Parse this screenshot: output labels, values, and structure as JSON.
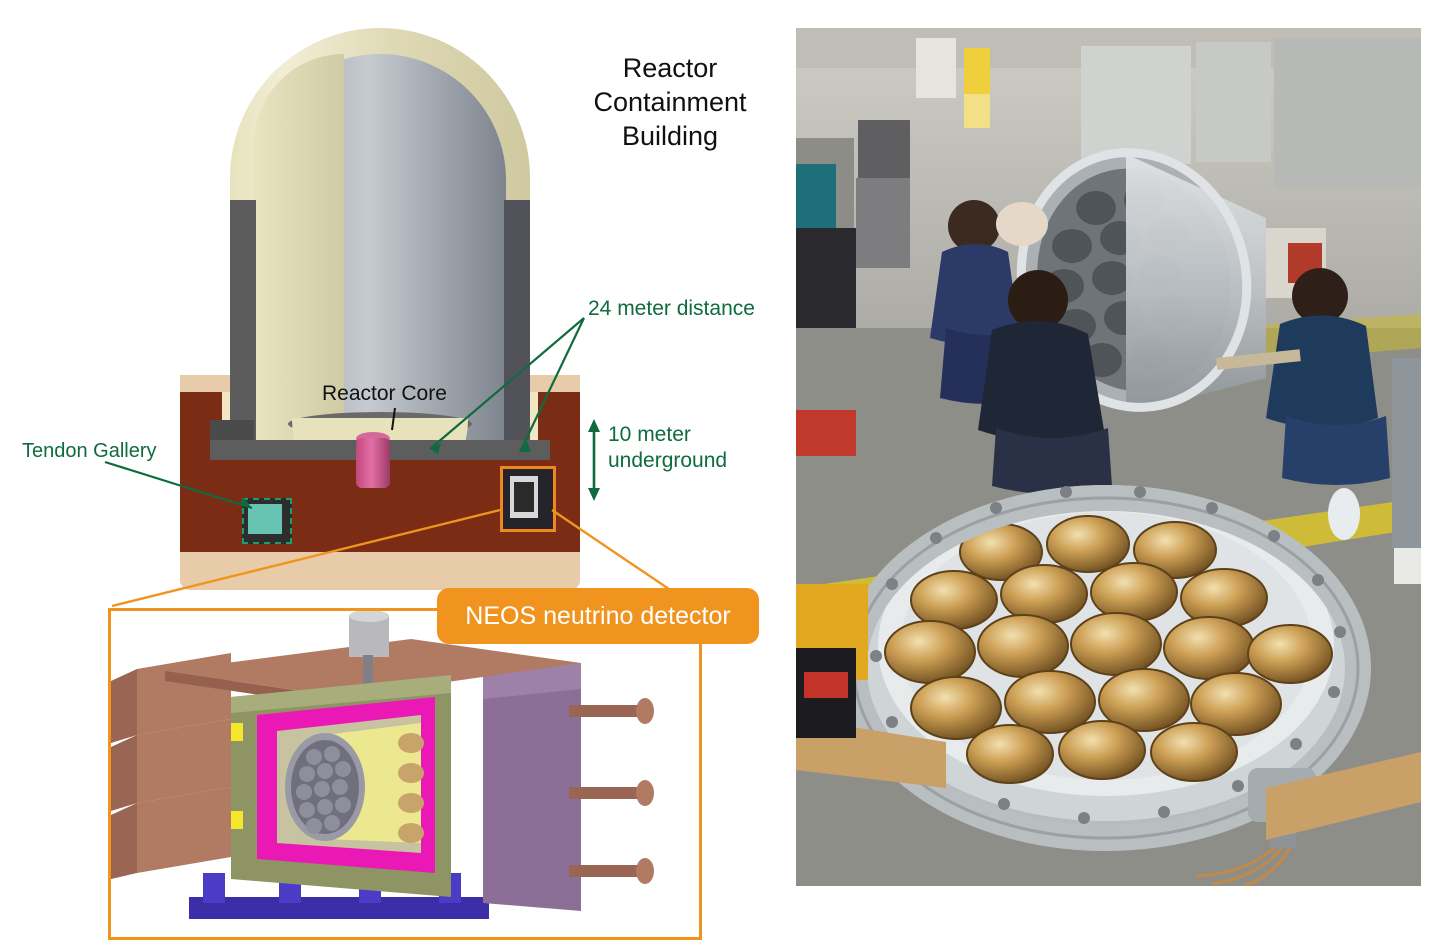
{
  "figure": {
    "panels": [
      {
        "name": "schematic",
        "title": "Reactor\nContainment\nBuilding",
        "title_lines": [
          "Reactor",
          "Containment",
          "Building"
        ],
        "labels": {
          "reactor_core": "Reactor Core",
          "tendon_gallery": "Tendon Gallery",
          "distance": "24 meter distance",
          "depth_line1": "10 meter",
          "depth_line2": "underground",
          "detector_badge": "NEOS neutrino detector"
        },
        "colors": {
          "annotation_green": "#0f6b3f",
          "callout_orange": "#f0941f",
          "building_shell": "#e7e2bd",
          "ground": "#7a2d14",
          "core_pink": "#d46a9c"
        }
      },
      {
        "name": "photograph",
        "description": "Photograph of NEOS detector PMT array being assembled in a workshop",
        "colors": {
          "floor": "#8e8e88",
          "floor_stripe": "#d9c32a",
          "pmt_gold": "#c79a46",
          "steel": "#c9cdd0"
        }
      }
    ]
  }
}
